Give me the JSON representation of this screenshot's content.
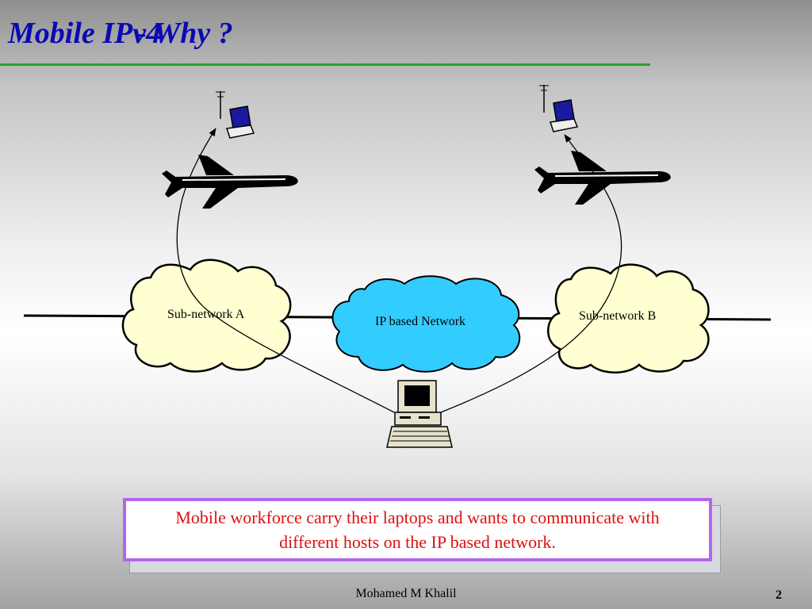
{
  "slide": {
    "title_main": "Mobile IPv4",
    "title_overlay": "- Why ?",
    "footer": "Mohamed M Khalil",
    "page_number": "2"
  },
  "diagram": {
    "clouds": {
      "subnet_a": "Sub-network A",
      "ip_network": "IP based Network",
      "subnet_b": "Sub-network B"
    }
  },
  "callout": {
    "text": "Mobile workforce carry their laptops and wants to communicate with different hosts on the IP based network."
  },
  "colors": {
    "title": "#0a0ab4",
    "rule": "#2aa02a",
    "subnet_fill": "#ffffd2",
    "ip_network_fill": "#33ccff",
    "callout_border": "#b266ee",
    "callout_text": "#dd1111"
  }
}
